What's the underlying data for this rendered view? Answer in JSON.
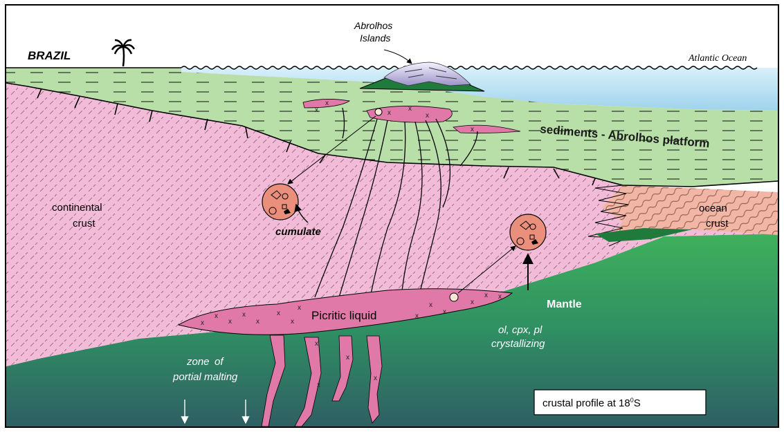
{
  "labels": {
    "brazil": "BRAZIL",
    "abrolhos_line1": "Abrolhos",
    "abrolhos_line2": "Islands",
    "atlantic": "Atlantic Ocean",
    "sediments": "sediments - Abrolhos platform",
    "continental_line1": "continental",
    "continental_line2": "crust",
    "cumulate": "cumulate",
    "ocean_line1": "ocean",
    "ocean_line2": "crust",
    "mantle": "Mantle",
    "picritic": "Picritic liquid",
    "crystallizing_line1": "ol, cpx, pl",
    "crystallizing_line2": "crystallizing",
    "zone_line1": "zone",
    "zone_line2": "of",
    "zone_line3": "portial malting",
    "profile": "crustal profile at 18",
    "profile_sup": "0",
    "profile_tail": "S"
  },
  "colors": {
    "sea": "#bfe3f2",
    "sediments": "#b9dfa8",
    "continental_crust": "#f2bcd9",
    "ocean_crust": "#f2b6a6",
    "mantle_top": "#33a656",
    "mantle_bottom": "#2f5f63",
    "magma": "#e079a8",
    "cumulate": "#e98f7c",
    "island": "#b8b4d8",
    "island_base": "#1f7a3c"
  },
  "icons": [
    "palm-tree-icon",
    "cumulate-circle-icon",
    "arrow-down-icon"
  ]
}
